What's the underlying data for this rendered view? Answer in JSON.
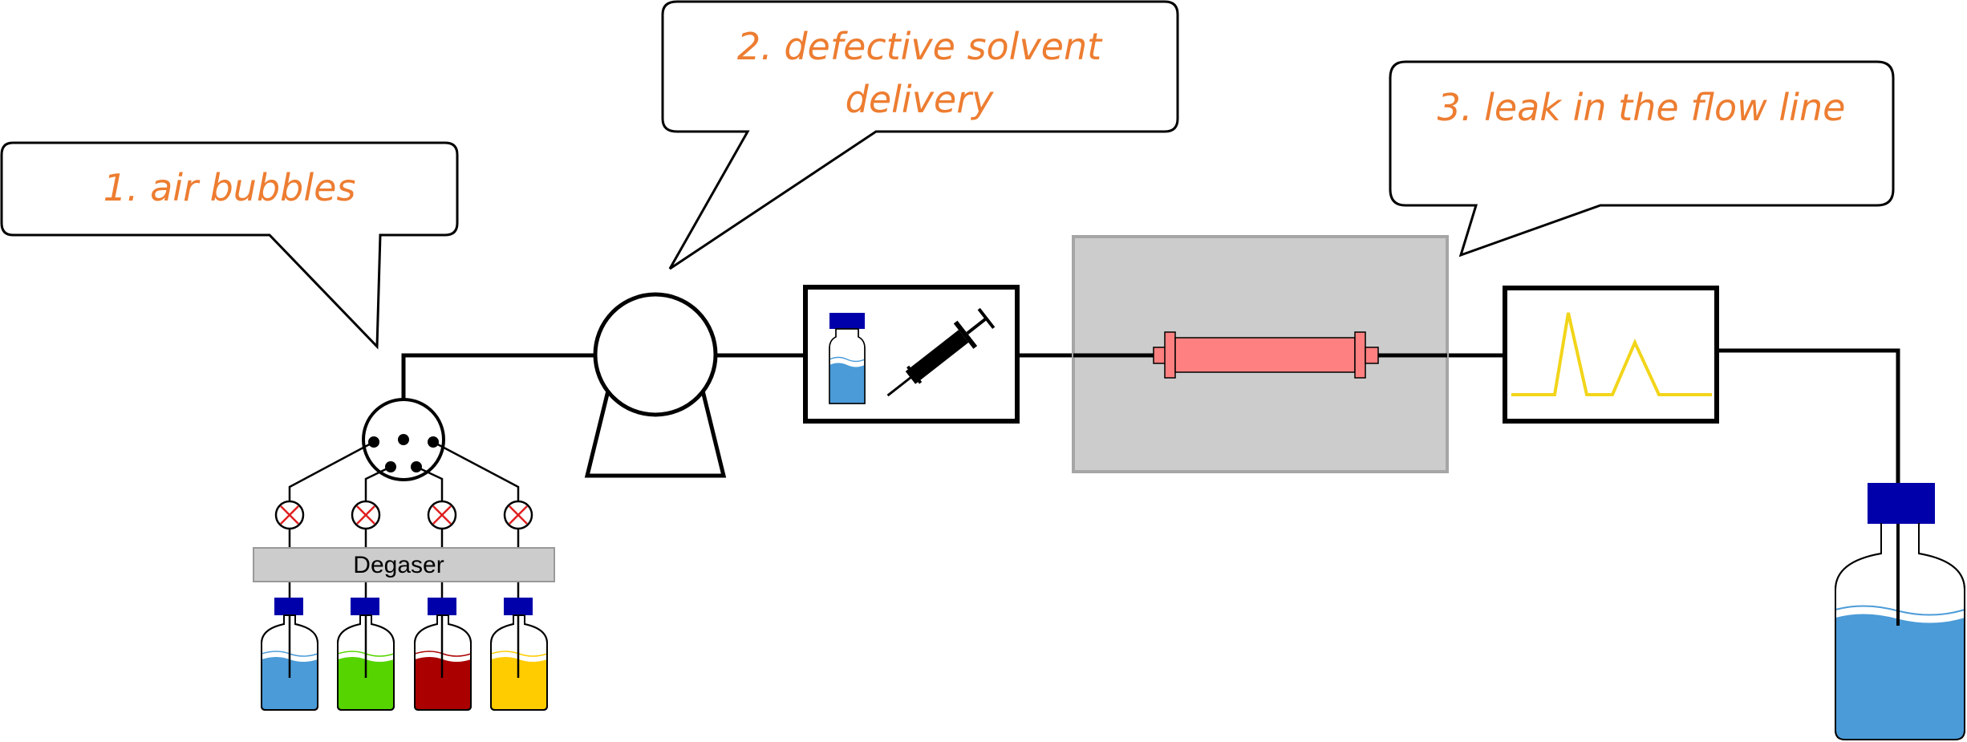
{
  "callouts": {
    "air_bubbles": "1. air bubbles",
    "solvent_delivery_line1": "2. defective solvent",
    "solvent_delivery_line2": "delivery",
    "leak": "3. leak in the flow line"
  },
  "degaser_label": "Degaser",
  "colors": {
    "callout_text": "#ED7D31",
    "bottle_blue": "#4A9BD8",
    "bottle_green": "#55D400",
    "bottle_red": "#AA0000",
    "bottle_yellow": "#FFCC00",
    "cap": "#0000AA",
    "column": "#FF8080",
    "oven": "#CCCCCC",
    "degaser": "#CCCCCC",
    "chromatogram_trace": "#F2D51A",
    "valve_cross": "#E02020"
  },
  "icons": {
    "mixing_valve": "mixing-valve-icon",
    "pump": "pump-icon",
    "autosampler": "autosampler-icon",
    "syringe": "syringe-icon",
    "column": "column-icon",
    "detector": "detector-icon",
    "waste_bottle": "waste-bottle-icon"
  }
}
